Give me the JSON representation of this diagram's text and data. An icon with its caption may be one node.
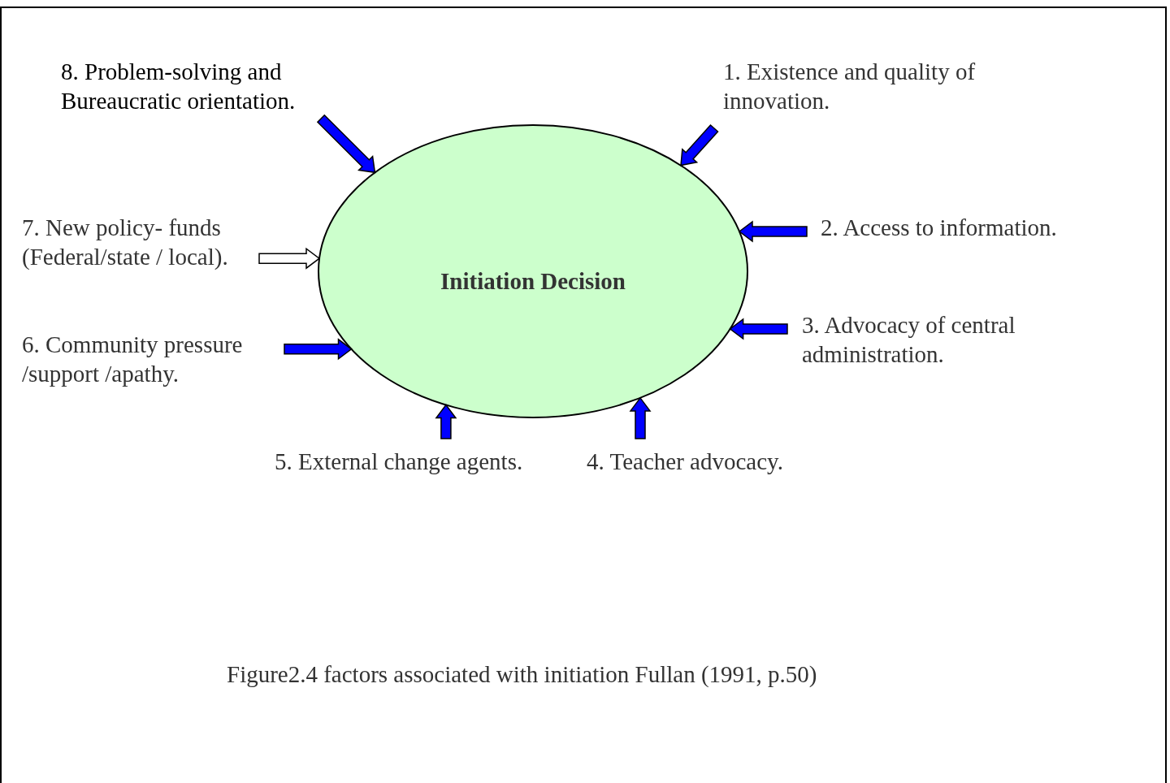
{
  "diagram": {
    "caption": "Figure2.4 factors associated with initiation Fullan (1991, p.50)",
    "nodes": [
      {
        "text": [
          "8. Problem-solving and Bureaucratic orientation."
        ]
      },
      {
        "text": [
          "1. Existence and quality of innovation."
        ]
      },
      {
        "text": [
          "7. New policy- funds (Federal/state / local)."
        ]
      },
      {
        "text": [
          "2. Access to information."
        ]
      },
      {
        "text": [
          "Initiation Decision"
        ]
      },
      {
        "text": [
          "3. Advocacy of central administration."
        ]
      },
      {
        "text": [
          "6. Community pressure /support /apathy."
        ]
      },
      {
        "text": [
          "5. External change agents."
        ]
      },
      {
        "text": [
          "4. Teacher advocacy."
        ]
      }
    ],
    "edges": [
      {
        "from": 0,
        "to": 4,
        "arrow": "to"
      },
      {
        "from": 1,
        "to": 4,
        "arrow": "to"
      },
      {
        "from": 2,
        "to": 4,
        "arrow": "to",
        "color": "#ffffff"
      },
      {
        "from": 3,
        "to": 4,
        "arrow": "to"
      },
      {
        "from": 5,
        "to": 4,
        "arrow": "to"
      },
      {
        "from": 6,
        "to": 4,
        "arrow": "to"
      },
      {
        "from": 7,
        "to": 4,
        "arrow": "to"
      },
      {
        "from": 8,
        "to": 4,
        "arrow": "to"
      }
    ]
  }
}
